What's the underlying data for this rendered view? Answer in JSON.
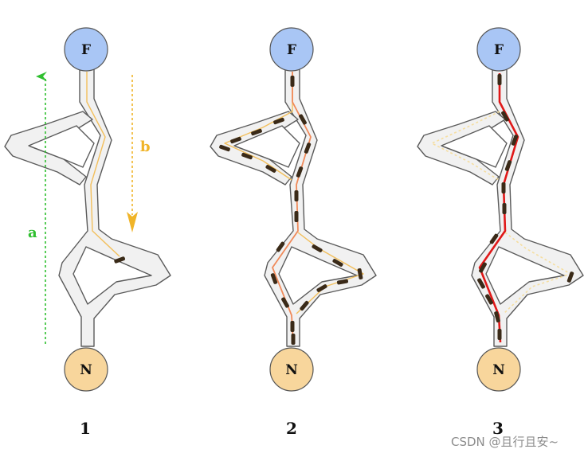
{
  "colors": {
    "path_fill": "#f1f1f1",
    "path_stroke": "#5a5a5a",
    "food_node": "#a9c6f5",
    "nest_node": "#f8d69c",
    "node_stroke": "#555555",
    "trail_light": "#f2bf5c",
    "trail_mid": "#f08a5a",
    "trail_strong": "#e01818",
    "trail_faint": "#f5dea0",
    "arrow_a": "#2fbf2f",
    "arrow_b": "#f0b428",
    "ant": "#3a2a18"
  },
  "diagram": {
    "food_label": "F",
    "nest_label": "N",
    "arrow_a_label": "a",
    "arrow_b_label": "b",
    "panels": [
      {
        "label": "1"
      },
      {
        "label": "2"
      },
      {
        "label": "3"
      }
    ]
  },
  "watermark": "CSDN @且行且安~"
}
